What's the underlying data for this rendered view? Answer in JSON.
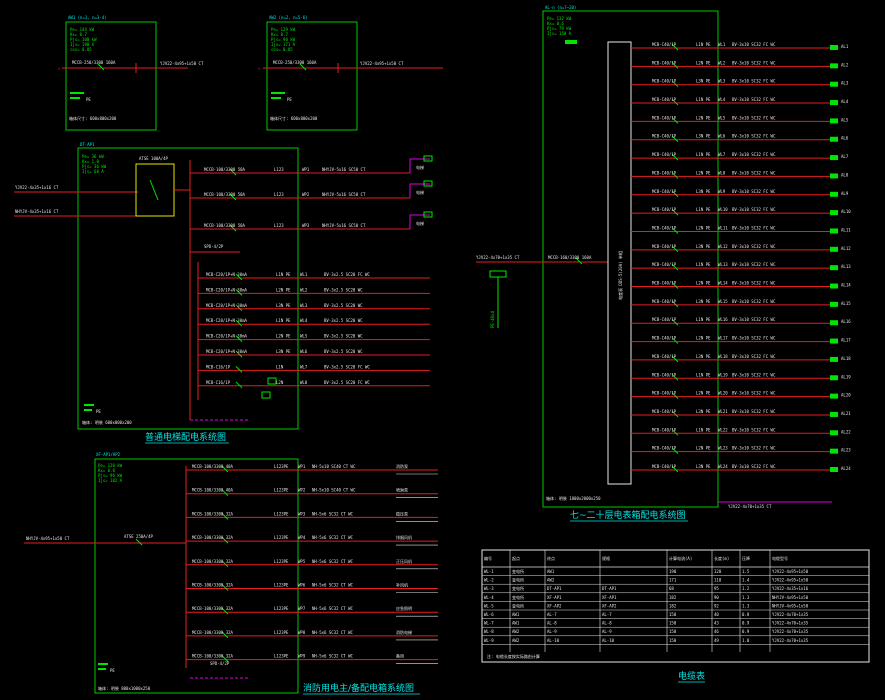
{
  "colors": {
    "background": "#000000",
    "frame": "#00c800",
    "feeder": "#e61e1e",
    "breaker": "#00e600",
    "label": "#c8c8c8",
    "title": "#00e6e6",
    "table_line": "#e6e6e6",
    "accent_magenta": "#e000e0",
    "accent_yellow": "#e6e600"
  },
  "titles": {
    "elevator": "普通电梯配电系统图",
    "fire": "消防用电主/备配电箱系统图",
    "meter": "七~二十层电表箱配电系统图",
    "cable_table": "电缆表"
  },
  "panel_a": {
    "header": "AW1  (n=1, n=3-4)",
    "params": [
      "Pe=  144  kW",
      "Kx=  0.7",
      "Pjs= 100  kW",
      "Ijs= 190  A",
      "cos= 0.85"
    ],
    "breaker": "MCCB-250/3300 160A",
    "cable": "YJV22-4x95+1x50 CT",
    "pe_label": "PE",
    "note": "箱体尺寸: 600x800x200"
  },
  "panel_b": {
    "header": "AW2  (n=2, n=5-6)",
    "params": [
      "Pe=  129  kW",
      "Kx=  0.7",
      "Pjs= 90   kW",
      "Ijs= 171  A",
      "cos= 0.85"
    ],
    "breaker": "MCCB-250/3300 160A",
    "cable": "YJV22-4x95+1x50 CT",
    "pe_label": "PE",
    "note": "箱体尺寸: 600x800x200"
  },
  "elevator": {
    "header": "DT-AP1",
    "params": [
      "Pe=  36  kW",
      "Kx=  1.0",
      "Pjs= 36  kW",
      "Ijs= 68  A"
    ],
    "incoming": [
      "YJV22-4x35+1x16 CT",
      "NHYJV-4x35+1x16 CT"
    ],
    "ats_label": "ATSE 100A/4P",
    "motor_feeders": [
      {
        "breaker": "MCCB-100/3300 50A",
        "phase": "L123",
        "id": "WP1",
        "cable": "NHYJV-5x16 SC50 CT",
        "load": "电梯"
      },
      {
        "breaker": "MCCB-100/3300 50A",
        "phase": "L123",
        "id": "WP2",
        "cable": "NHYJV-5x16 SC50 CT",
        "load": "电梯"
      },
      {
        "breaker": "MCCB-100/3300 50A",
        "phase": "L123",
        "id": "WP3",
        "cable": "NHYJV-5x16 SC50 CT",
        "load": "电梯"
      }
    ],
    "spd": "SPD-4/2P",
    "branch_feeders": [
      {
        "breaker": "MCB-C20/1P+N 30mA",
        "phase": "L1N PE",
        "id": "WL1",
        "cable": "BV-3x2.5 SC20 FC WC"
      },
      {
        "breaker": "MCB-C20/1P+N 30mA",
        "phase": "L2N PE",
        "id": "WL2",
        "cable": "BV-3x2.5 SC20 WC"
      },
      {
        "breaker": "MCB-C20/1P+N 30mA",
        "phase": "L3N PE",
        "id": "WL3",
        "cable": "BV-3x2.5 SC20 WC"
      },
      {
        "breaker": "MCB-C20/1P+N 30mA",
        "phase": "L1N PE",
        "id": "WL4",
        "cable": "BV-3x2.5 SC20 WC"
      },
      {
        "breaker": "MCB-C20/1P+N 30mA",
        "phase": "L2N PE",
        "id": "WL5",
        "cable": "BV-3x2.5 SC20 WC"
      },
      {
        "breaker": "MCB-C20/1P+N 30mA",
        "phase": "L3N PE",
        "id": "WL6",
        "cable": "BV-3x2.5 SC20 WC"
      },
      {
        "breaker": "MCB-C16/1P",
        "phase": "L1N",
        "id": "WL7",
        "cable": "BV-3x2.5 SC20 FC WC"
      },
      {
        "breaker": "MCB-C16/1P",
        "phase": "L2N",
        "id": "WL8",
        "cable": "BV-3x2.5 SC20 FC WC"
      }
    ],
    "pe_label": "PE",
    "note": "箱体: 明装  600x800x200"
  },
  "fire": {
    "header": "XF-AP1/AP2",
    "params": [
      "Pe=  120  kW",
      "Kx=  0.8",
      "Pjs= 96   kW",
      "Ijs= 182  A"
    ],
    "incoming": "NHYJV-4x95+1x50 CT",
    "main_breaker": "ATSE 250A/4P",
    "feeders": [
      {
        "breaker": "MCCB-100/3300 40A",
        "phase": "L123PE",
        "id": "WP1",
        "cable": "NH-5x10 SC40 CT WC",
        "load": "消防泵"
      },
      {
        "breaker": "MCCB-100/3300 40A",
        "phase": "L123PE",
        "id": "WP2",
        "cable": "NH-5x10 SC40 CT WC",
        "load": "喷淋泵"
      },
      {
        "breaker": "MCCB-100/3300 32A",
        "phase": "L123PE",
        "id": "WP3",
        "cable": "NH-5x6 SC32 CT WC",
        "load": "稳压泵"
      },
      {
        "breaker": "MCCB-100/3300 32A",
        "phase": "L123PE",
        "id": "WP4",
        "cable": "NH-5x6 SC32 CT WC",
        "load": "排烟风机"
      },
      {
        "breaker": "MCCB-100/3300 32A",
        "phase": "L123PE",
        "id": "WP5",
        "cable": "NH-5x6 SC32 CT WC",
        "load": "正压风机"
      },
      {
        "breaker": "MCCB-100/3300 32A",
        "phase": "L123PE",
        "id": "WP6",
        "cable": "NH-5x6 SC32 CT WC",
        "load": "补风机"
      },
      {
        "breaker": "MCCB-100/3300 32A",
        "phase": "L123PE",
        "id": "WP7",
        "cable": "NH-5x6 SC32 CT WC",
        "load": "应急照明"
      },
      {
        "breaker": "MCCB-100/3300 32A",
        "phase": "L123PE",
        "id": "WP8",
        "cable": "NH-5x6 SC32 CT WC",
        "load": "消防电梯"
      },
      {
        "breaker": "MCCB-100/3300 32A",
        "phase": "L123PE",
        "id": "WP9",
        "cable": "NH-5x6 SC32 CT WC",
        "load": "备用"
      }
    ],
    "spd": "SPD-4/2P",
    "pe_label": "PE",
    "note": "箱体: 明装  800x1000x250"
  },
  "meter": {
    "header": "AL-n (n=7~20)",
    "params": [
      "Pe=  132  kW",
      "Kx=  0.6",
      "Pjs= 79   kW",
      "Ijs= 150  A"
    ],
    "incoming": "YJV22-4x70+1x35 CT",
    "main_breaker": "MCCB-160/3300 160A",
    "busbar_label": "电度表 DDS-5(20A) 单相",
    "ground_label": "PE-40x4",
    "feeder_breaker": "MCB-C40/1P",
    "phase_seq": [
      "L1N PE",
      "L2N PE",
      "L3N PE"
    ],
    "feeder_cable": "BV-3x10 SC32 FC WC",
    "feeder_count": 24,
    "load_label": "AL",
    "note": "箱体: 明装  1800x2000x250",
    "bottom_cable": "YJV22-4x70+1x35 CT"
  },
  "cable_table": {
    "headers": [
      "编号",
      "起点",
      "终点",
      "规格",
      "计算电流(A)",
      "长度(m)",
      "压降",
      "电缆型号"
    ],
    "rows": [
      [
        "WL-1",
        "变电所",
        "AW1",
        "",
        "190",
        "120",
        "1.5",
        "YJV22-4x95+1x50"
      ],
      [
        "WL-2",
        "变电所",
        "AW2",
        "",
        "171",
        "110",
        "1.4",
        "YJV22-4x95+1x50"
      ],
      [
        "WL-3",
        "变电所",
        "DT-AP1",
        "DT-AP1",
        "68",
        "95",
        "1.2",
        "YJV22-4x35+1x16"
      ],
      [
        "WL-4",
        "变电所",
        "XF-AP1",
        "XF-AP1",
        "182",
        "90",
        "1.3",
        "NHYJV-4x95+1x50"
      ],
      [
        "WL-5",
        "变电所",
        "XF-AP2",
        "XF-AP2",
        "182",
        "92",
        "1.3",
        "NHYJV-4x95+1x50"
      ],
      [
        "WL-6",
        "AW1",
        "AL-7",
        "AL-7",
        "150",
        "40",
        "0.8",
        "YJV22-4x70+1x35"
      ],
      [
        "WL-7",
        "AW1",
        "AL-8",
        "AL-8",
        "150",
        "43",
        "0.9",
        "YJV22-4x70+1x35"
      ],
      [
        "WL-8",
        "AW2",
        "AL-9",
        "AL-9",
        "150",
        "46",
        "0.9",
        "YJV22-4x70+1x35"
      ],
      [
        "WL-9",
        "AW2",
        "AL-10",
        "AL-10",
        "150",
        "49",
        "1.0",
        "YJV22-4x70+1x35"
      ]
    ],
    "note": "注: 电缆长度按实际路由计算"
  }
}
